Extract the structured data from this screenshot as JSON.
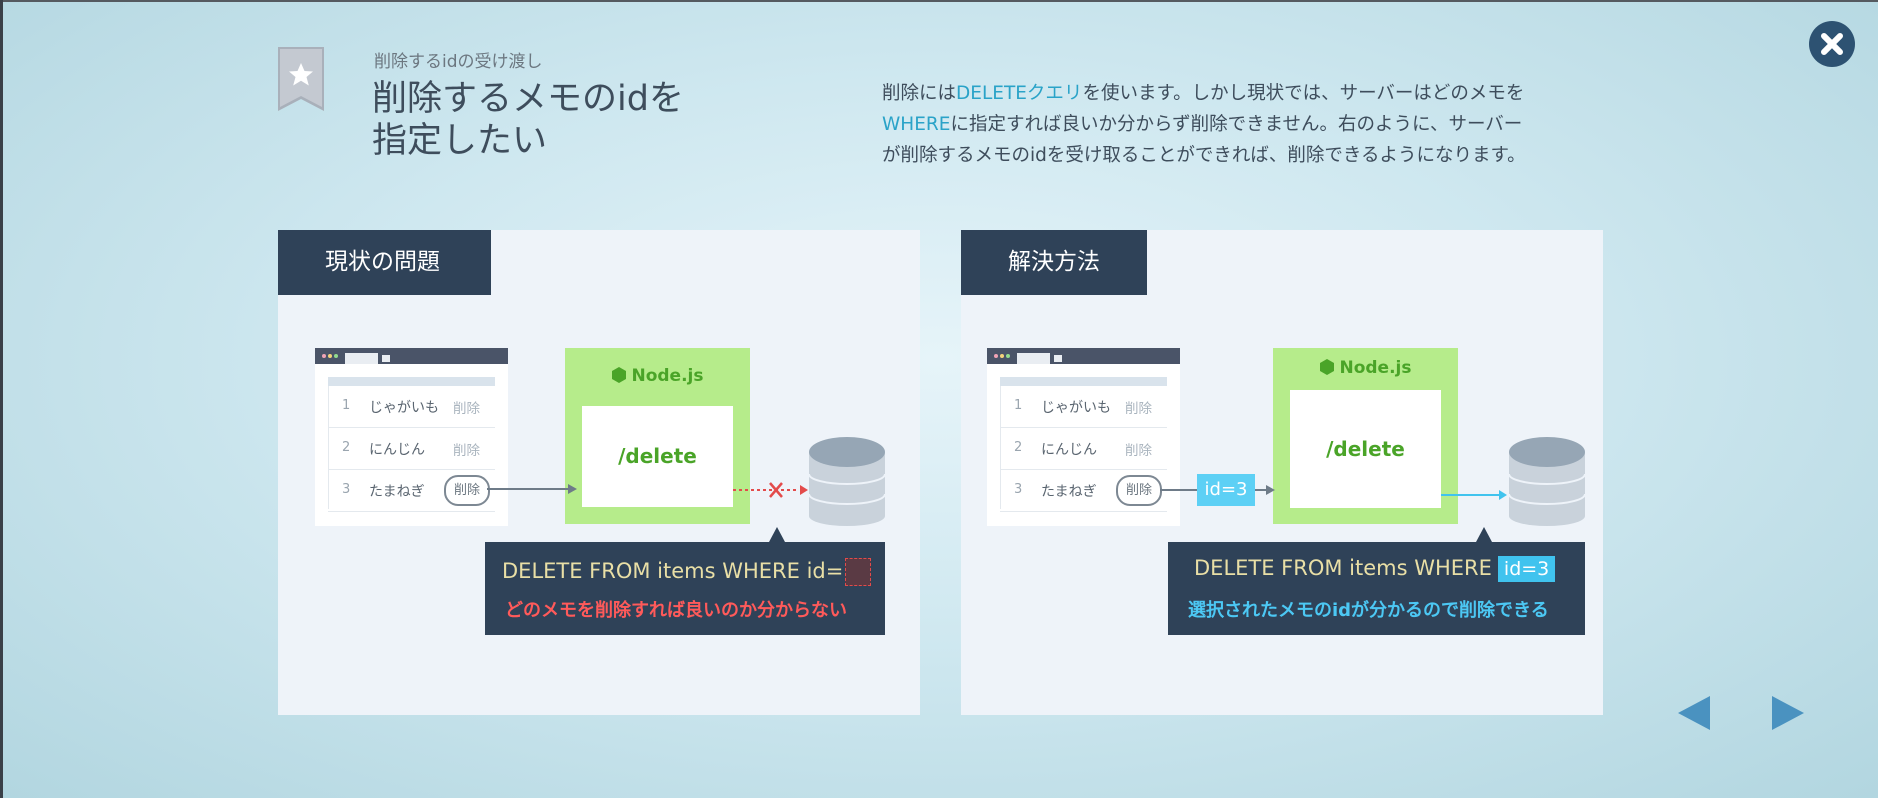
{
  "header": {
    "subtitle": "削除するidの受け渡し",
    "title_lines": [
      "削除するメモのidを",
      "指定したい"
    ]
  },
  "description": {
    "line1": {
      "pre": "削除には",
      "hl": "DELETEクエリ",
      "post": "を使います。しかし現状では、サーバーはどのメモを"
    },
    "line2": {
      "hl": "WHERE",
      "post": "に指定すれば良いか分からず削除できません。右のように、サーバー"
    },
    "line3": "が削除するメモのidを受け取ることができれば、削除できるようになります。"
  },
  "panels": {
    "left": {
      "tag": "現状の問題",
      "rows": [
        {
          "num": "1",
          "name": "じゃがいも",
          "del": "削除"
        },
        {
          "num": "2",
          "name": "にんじん",
          "del": "削除"
        },
        {
          "num": "3",
          "name": "たまねぎ",
          "del": "削除"
        }
      ],
      "node_label": "Node.js",
      "route": "/delete",
      "query": "DELETE FROM items WHERE id=",
      "message": "どのメモを削除すれば良いのか分からない"
    },
    "right": {
      "tag": "解決方法",
      "rows": [
        {
          "num": "1",
          "name": "じゃがいも",
          "del": "削除"
        },
        {
          "num": "2",
          "name": "にんじん",
          "del": "削除"
        },
        {
          "num": "3",
          "name": "たまねぎ",
          "del": "削除"
        }
      ],
      "id_chip": "id=3",
      "node_label": "Node.js",
      "route": "/delete",
      "query": "DELETE FROM items WHERE",
      "query_id": "id=3",
      "message": "選択されたメモのidが分かるので削除できる"
    }
  },
  "icons": {
    "close": "close-icon",
    "bookmark": "star-bookmark-icon",
    "prev": "prev-arrow-icon",
    "next": "next-arrow-icon",
    "node": "hexagon-icon",
    "database": "database-icon"
  },
  "colors": {
    "accent": "#2aa3c8",
    "dark": "#2f4258",
    "node_green": "#b6ec8b",
    "error_red": "#e34b4b",
    "success_blue": "#40c3ee",
    "nav": "#4a92c0"
  }
}
